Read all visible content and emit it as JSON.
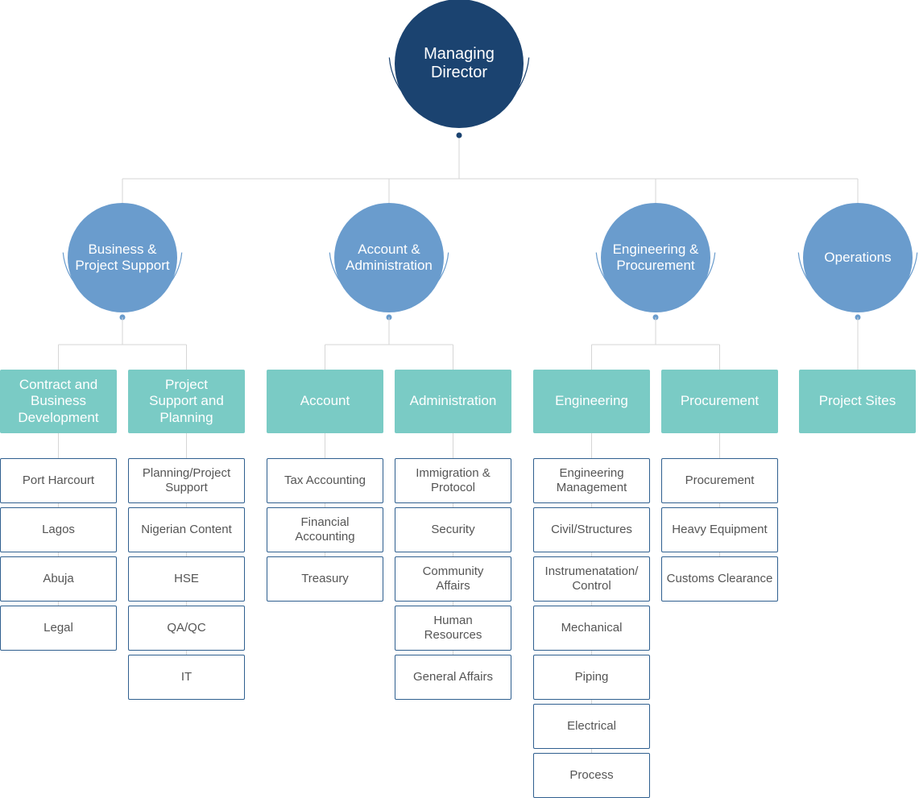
{
  "top": {
    "label": "Managing\nDirector"
  },
  "divisions": [
    {
      "label": "Business &\nProject Support",
      "departments": [
        {
          "label": "Contract and\nBusiness\nDevelopment",
          "units": [
            "Port Harcourt",
            "Lagos",
            "Abuja",
            "Legal"
          ]
        },
        {
          "label": "Project\nSupport and\nPlanning",
          "units": [
            "Planning/Project\nSupport",
            "Nigerian Content",
            "HSE",
            "QA/QC",
            "IT"
          ]
        }
      ]
    },
    {
      "label": "Account &\nAdministration",
      "departments": [
        {
          "label": "Account",
          "units": [
            "Tax Accounting",
            "Financial\nAccounting",
            "Treasury"
          ]
        },
        {
          "label": "Administration",
          "units": [
            "Immigration &\nProtocol",
            "Security",
            "Community\nAffairs",
            "Human\nResources",
            "General Affairs"
          ]
        }
      ]
    },
    {
      "label": "Engineering &\nProcurement",
      "departments": [
        {
          "label": "Engineering",
          "units": [
            "Engineering\nManagement",
            "Civil/Structures",
            "Instrumenatation/\nControl",
            "Mechanical",
            "Piping",
            "Electrical",
            "Process"
          ]
        },
        {
          "label": "Procurement",
          "units": [
            "Procurement",
            "Heavy Equipment",
            "Customs Clearance"
          ]
        }
      ]
    },
    {
      "label": "Operations",
      "departments": [
        {
          "label": "Project Sites",
          "units": []
        }
      ]
    }
  ],
  "colors": {
    "managing_director": "#1b4370",
    "division": "#6a9ccd",
    "department": "#7acbc5",
    "unit_border": "#2f5f8f",
    "connector": "#d6d6d6"
  }
}
